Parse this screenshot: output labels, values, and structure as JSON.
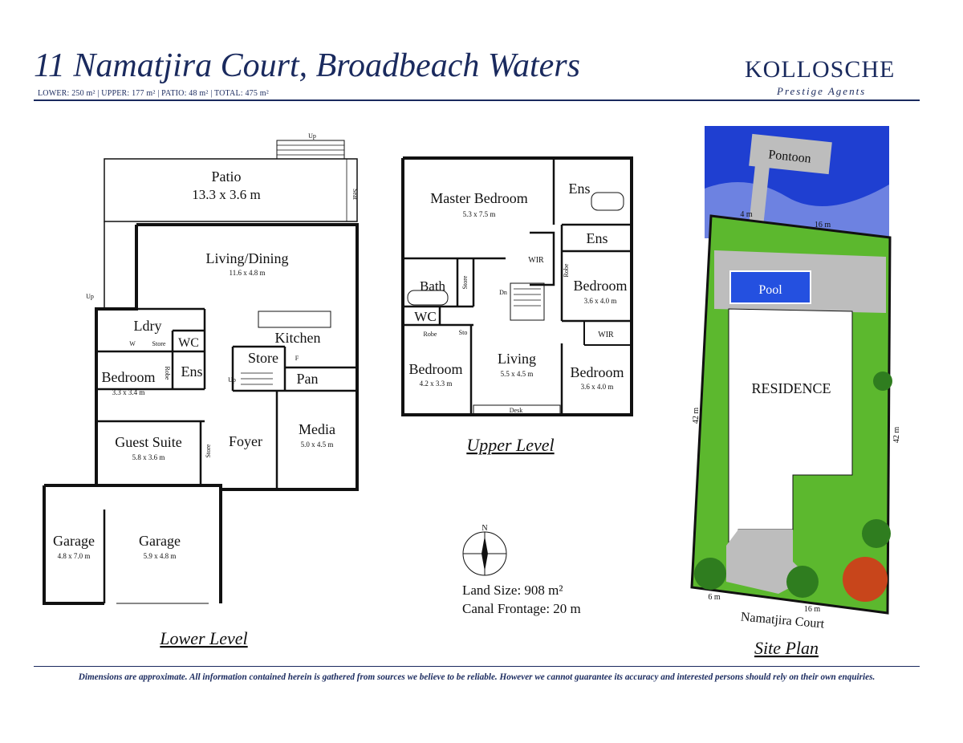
{
  "header": {
    "title": "11 Namatjira Court, Broadbeach Waters",
    "areas": "LOWER: 250 m²  |  UPPER: 177 m²  |  PATIO:  48 m²   |   TOTAL: 475 m²"
  },
  "brand": {
    "name": "KOLLOSCHE",
    "tagline": "Prestige Agents",
    "color": "#1a2a5e"
  },
  "lower_level": {
    "caption": "Lower Level",
    "rooms": [
      {
        "name": "Patio",
        "dims": "13.3 x 3.6 m"
      },
      {
        "name": "Living/Dining",
        "dims": "11.6 x 4.8 m"
      },
      {
        "name": "Kitchen",
        "dims": ""
      },
      {
        "name": "Ldry",
        "dims": ""
      },
      {
        "name": "WC",
        "dims": ""
      },
      {
        "name": "Store",
        "dims": ""
      },
      {
        "name": "Bedroom",
        "dims": "3.3 x 3.4 m"
      },
      {
        "name": "Ens",
        "dims": ""
      },
      {
        "name": "Pan",
        "dims": ""
      },
      {
        "name": "Guest Suite",
        "dims": "5.8 x 3.6 m"
      },
      {
        "name": "Foyer",
        "dims": ""
      },
      {
        "name": "Media",
        "dims": "5.0 x 4.5 m"
      },
      {
        "name": "Garage",
        "dims": "4.8 x 7.0 m"
      },
      {
        "name": "Garage",
        "dims": "5.9 x 4.8 m"
      }
    ],
    "small_labels": [
      "Up",
      "Up",
      "Up",
      "Seat",
      "W",
      "Store",
      "Robe",
      "Store",
      "F"
    ]
  },
  "upper_level": {
    "caption": "Upper Level",
    "rooms": [
      {
        "name": "Master Bedroom",
        "dims": "5.3 x 7.5 m"
      },
      {
        "name": "Ens",
        "dims": ""
      },
      {
        "name": "Ens",
        "dims": ""
      },
      {
        "name": "WIR",
        "dims": ""
      },
      {
        "name": "Bath",
        "dims": ""
      },
      {
        "name": "Bedroom",
        "dims": "3.6 x 4.0 m"
      },
      {
        "name": "WC",
        "dims": ""
      },
      {
        "name": "WIR",
        "dims": ""
      },
      {
        "name": "Bedroom",
        "dims": "4.2 x 3.3 m"
      },
      {
        "name": "Living",
        "dims": "5.5 x 4.5 m"
      },
      {
        "name": "Bedroom",
        "dims": "3.6 x 4.0 m"
      }
    ],
    "small_labels": [
      "Store",
      "Dn",
      "Robe",
      "Robe",
      "Sto",
      "Desk"
    ]
  },
  "site_plan": {
    "caption": "Site Plan",
    "labels": [
      "Pontoon",
      "Pool",
      "RESIDENCE",
      "Namatjira Court"
    ],
    "dimensions": [
      "4 m",
      "16 m",
      "42 m",
      "42 m",
      "6 m",
      "16 m"
    ],
    "colors": {
      "water": "#1f3fd1",
      "lawn": "#5cb82e",
      "paving": "#bdbdbd",
      "pool": "#2450e0"
    }
  },
  "land_info": {
    "compass": "N",
    "land_size": "Land Size: 908 m²",
    "canal_frontage": "Canal Frontage: 20 m"
  },
  "footer": {
    "disclaimer": "Dimensions are approximate.  All information contained herein is gathered from sources we believe to be reliable.  However we cannot guarantee its accuracy and interested persons should rely on their own enquiries."
  }
}
